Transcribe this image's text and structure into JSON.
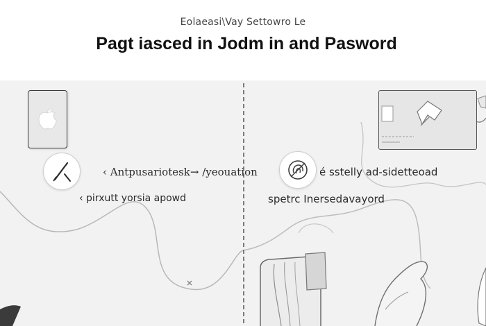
{
  "header": {
    "subtitle": "Eolaeasi\\Vay  Settowro Le",
    "title": "Pagt iasced in   Jodm  in and Pasword"
  },
  "left_panel": {
    "line_1": "‹ Antpusariotesk→ /yeouation",
    "line_2": "‹ pirxutt yorsia apowd"
  },
  "right_panel": {
    "line_1": "é sstelly ad-sidetteoad",
    "line_2": "spetrc  Inersedavayord"
  },
  "icons": {
    "phone": "phone-icon",
    "apple": "apple-logo-icon",
    "monitor": "monitor-icon",
    "pen": "pen-icon",
    "fingerprint": "fingerprint-icon"
  },
  "colors": {
    "panel_background": "#f2f2f2",
    "divider": "#7a7a7a"
  }
}
